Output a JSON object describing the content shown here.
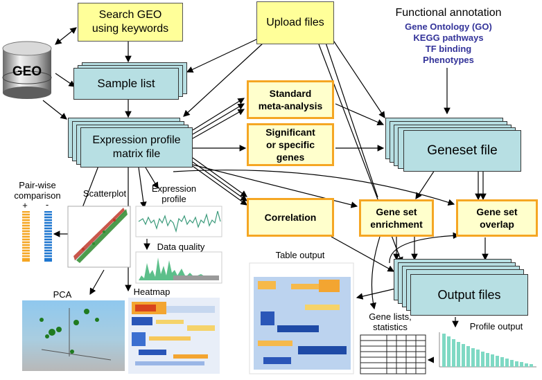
{
  "boxes": {
    "search_geo": "Search GEO\nusing keywords",
    "upload": "Upload files",
    "sample_list": "Sample list",
    "expression_matrix": "Expression profile\nmatrix file",
    "geneset_file": "Geneset file",
    "output_files": "Output files",
    "standard_meta": "Standard\nmeta-analysis",
    "significant": "Significant\nor specific\ngenes",
    "correlation": "Correlation",
    "gs_enrichment": "Gene set\nenrichment",
    "gs_overlap": "Gene set\noverlap",
    "geo": "GEO"
  },
  "functional_annotation": {
    "title": "Functional annotation",
    "items": [
      "Gene Ontology (GO)",
      "KEGG pathways",
      "TF binding",
      "Phenotypes"
    ]
  },
  "labels": {
    "pairwise": "Pair-wise\ncomparison",
    "plus": "+",
    "minus": "-",
    "scatterplot": "Scatterplot",
    "expression_profile": "Expression\nprofile",
    "data_quality": "Data quality",
    "pca": "PCA",
    "heatmap": "Heatmap",
    "table_output": "Table output",
    "gene_lists": "Gene lists,\nstatistics",
    "profile_output": "Profile output"
  },
  "colors": {
    "accent_blue": "#333399",
    "box_yellow": "#ffff99",
    "box_teal": "#b7dfe3",
    "box_orange_border": "#f5a623"
  }
}
